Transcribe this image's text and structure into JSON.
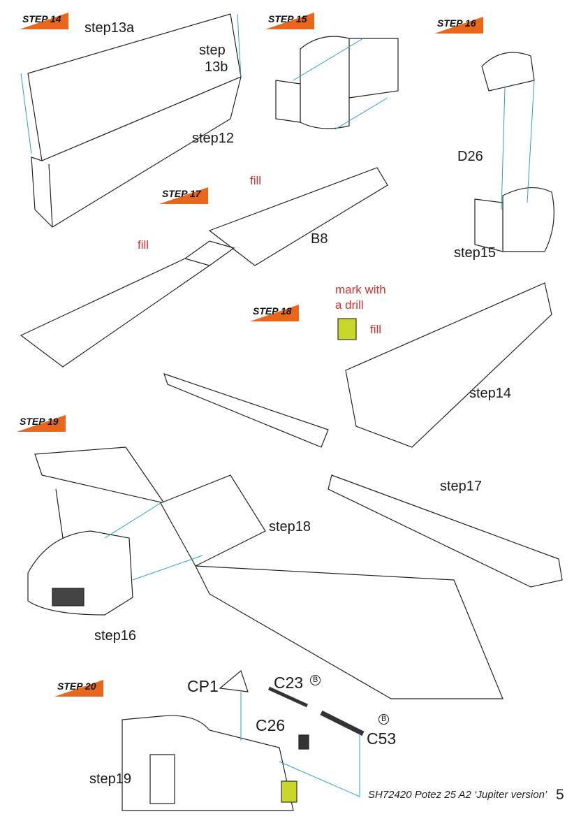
{
  "steps": [
    "STEP 14",
    "STEP 15",
    "STEP 16",
    "STEP 17",
    "STEP 18",
    "STEP 19",
    "STEP 20"
  ],
  "labels": {
    "step13a": "step13a",
    "step13b_1": "step",
    "step13b_2": "13b",
    "step12": "step12",
    "d26": "D26",
    "step15": "step15",
    "fill1": "fill",
    "fill2": "fill",
    "b8": "B8",
    "mark1": "mark with",
    "mark2": "a drill",
    "fill3": "fill",
    "step14": "step14",
    "step17": "step17",
    "step18": "step18",
    "step16": "step16",
    "cp1": "CP1",
    "c23": "C23",
    "c26": "C26",
    "c53": "C53",
    "step19": "step19",
    "b_badge": "B"
  },
  "footer": {
    "title": "SH72420 Potez 25 A2 ‘Jupiter version’",
    "page": "5"
  },
  "colors": {
    "accent": "#e8671c",
    "guide": "#2aa0c8",
    "note": "#d2322d",
    "highlight": "#c8d82a"
  }
}
